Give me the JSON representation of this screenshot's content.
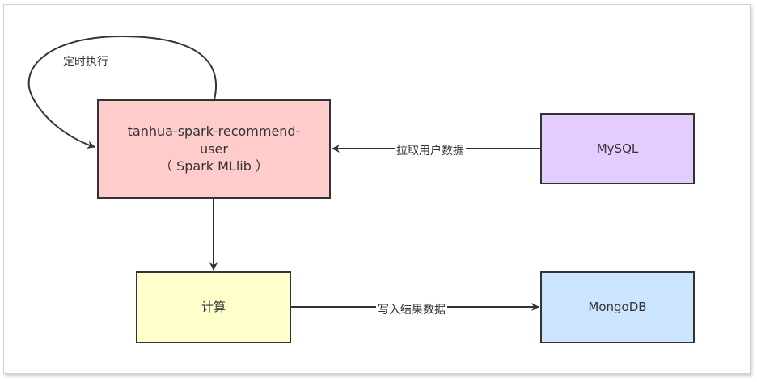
{
  "nodes": {
    "spark": {
      "label": "tanhua-spark-recommend-\nuser\n（ Spark MLlib ）",
      "fill": "#ffcccc"
    },
    "mysql": {
      "label": "MySQL",
      "fill": "#e5ccff"
    },
    "calc": {
      "label": "计算",
      "fill": "#ffffcc"
    },
    "mongo": {
      "label": "MongoDB",
      "fill": "#cce5ff"
    }
  },
  "edges": {
    "timer": "定时执行",
    "pull": "拉取用户数据",
    "write": "写入结果数据"
  },
  "colors": {
    "stroke": "#333333",
    "frame": "#cfcfcf"
  }
}
